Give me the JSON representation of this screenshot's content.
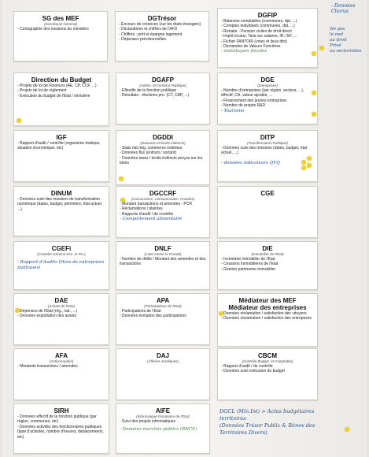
{
  "cards": {
    "sg": {
      "title": "SG des MEF",
      "sub": "(Secrétariat Général)",
      "items": [
        "- Cartographie des missions du ministère"
      ]
    },
    "dgtresor": {
      "title": "DGTrésor",
      "sub": "",
      "items": [
        "- Encours de créances (sur les états étrangers)",
        "- Déclarations et chiffres de l'AFD",
        "- Chiffres : prêt et épargne logement",
        "- Dépenses prévisionnelles"
      ]
    },
    "dgfip": {
      "title": "DGFIP",
      "sub": "",
      "items": [
        "- Balances comptables (communes, dpt, ...)",
        "- Comptes individuels (communes, dpt, ...)",
        "- Retraite - Pension civiles de droit direct",
        "- Impôt locaux, Taxe sur salaires, IR, ISF, ...",
        "- Fichier FANTOIR (voies et lieux dits)",
        "- Demandes de Valeurs Foncières"
      ],
      "hand": "- statistiques fiscales"
    },
    "budget": {
      "title": "Direction du Budget",
      "sub": "",
      "items": [
        "- Projets de loi de Finances (AE, CP, CCF, ...)",
        "- Projets de loi de règlement",
        "- Exécution du budget de l'Etat / ministère"
      ]
    },
    "dgafp": {
      "title": "DGAFP",
      "sub": "(Admin. et Fonction Publique)",
      "items": [
        "- Effectifs de la fonction publique",
        "- Résultats - élections pro. (CT, CAP, ...)"
      ]
    },
    "dge": {
      "title": "DGE",
      "sub": "(Entreprises)",
      "items": [
        "- Nombre d'entreprises (par région, secteur, ...), effectif, CA, valeur ajoutée, ...",
        "- Financement des jeunes entreprises",
        "- Nombre de projets R&D"
      ],
      "hand": "- Tourisme"
    },
    "igf": {
      "title": "IGF",
      "sub": "",
      "items": [
        "- Rapport d'audit / contrôle (organisme étatique, situation économique, etc)"
      ]
    },
    "dgddi": {
      "title": "DGDDI",
      "sub": "(Douanes et Droits Indirects)",
      "items": [
        "- Stats nat./rég. commerce extérieur",
        "- Données flux (entrant / sortant)",
        "- Données taxes / droits indirects perçus sur les biens"
      ]
    },
    "ditp": {
      "title": "DITP",
      "sub": "(Transformation Publique)",
      "items": [
        "- Données suivi des missions (dates, budget, état actuel, ...)"
      ],
      "hand": "- données indicateurs QVQ"
    },
    "dinum": {
      "title": "DINUM",
      "sub": "",
      "items": [
        "- Données suivi des missions de transformation numérique (dates, budget, périmètre, état actuel, ...)"
      ]
    },
    "dgccrf": {
      "title": "DGCCRF",
      "sub": "(Concurrence, Consommation, Fraudes)",
      "items": [
        "- Montant transactions et amendes - PCR",
        "- Réclamations / plaintes",
        "- Rapports d'audit / de contrôle"
      ],
      "hand": "- Comportement alimentaire"
    },
    "cge": {
      "title": "CGE",
      "sub": "",
      "items": []
    },
    "cgefi": {
      "title": "CGEFi",
      "sub": "(Contrôle Général Eco. et Fin.)",
      "items": [],
      "hand": "- Rapport d'Audits (Hors de entreprises publiques)"
    },
    "dnlf": {
      "title": "DNLF",
      "sub": "(Lutte contre la Fraude)",
      "items": [
        "- Nombre de délits / Montant des amendes et des transactions"
      ]
    },
    "die": {
      "title": "DIE",
      "sub": "(Immobilier de l'Etat)",
      "items": [
        "- Inventaire immobilier de l'Etat",
        "- Cessions immobilières de l'Etat",
        "- Gestion patrimoine immobilier"
      ]
    },
    "dae": {
      "title": "DAE",
      "sub": "(Achats de l'Etat)",
      "items": [
        "- Dépenses de l'Etat (rég., nat., ...)",
        "- Données exploitation des assets"
      ]
    },
    "apa": {
      "title": "APA",
      "sub": "(Participations de l'Etat)",
      "items": [
        "- Participations de l'Etat",
        "- Données évolution des participations"
      ]
    },
    "mediateur": {
      "title": "Médiateur des MEF",
      "title2": "Médiateur des entreprises",
      "sub": "",
      "items": [
        "- Données réclamation / satisfaction des citoyens",
        "- Données réclamation / satisfaction des entreprises"
      ]
    },
    "afa": {
      "title": "AFA",
      "sub": "(Anticorruption)",
      "items": [
        "- Montants transactions / amendes"
      ]
    },
    "daj": {
      "title": "DAJ",
      "sub": "(Affaires Juridiques)",
      "items": []
    },
    "cbcm": {
      "title": "CBCM",
      "sub": "(Contrôle Budget. et Comptable)",
      "items": [
        "- Rapport d'audit / de contrôle",
        "- Données suivi exécution du budget"
      ]
    },
    "sirh": {
      "title": "SIRH",
      "sub": "",
      "items": [
        "- Données effectif de la fonction publique (par région, communes, etc)",
        "- Données activités des fonctionnaires publiques (type d'activités, nombre d'heures, déplacements, etc)"
      ]
    },
    "aife": {
      "title": "AIFE",
      "sub": "(Informatique Financière de l'Etat)",
      "items": [
        "- Suivi des projets informatiques"
      ],
      "hand": "- Données marchés publics (RNCE)"
    }
  },
  "notes": {
    "top_right": "- Données\n  Chorus",
    "side": "Ne pas\nle met\nau droit\nPrivé\nau sectorielles",
    "bottom": "DGCL (Min.Int) > Actes budgétaires\n                      territoires\n(Données Trésor Public & Rénov des Territoires Divers)"
  }
}
